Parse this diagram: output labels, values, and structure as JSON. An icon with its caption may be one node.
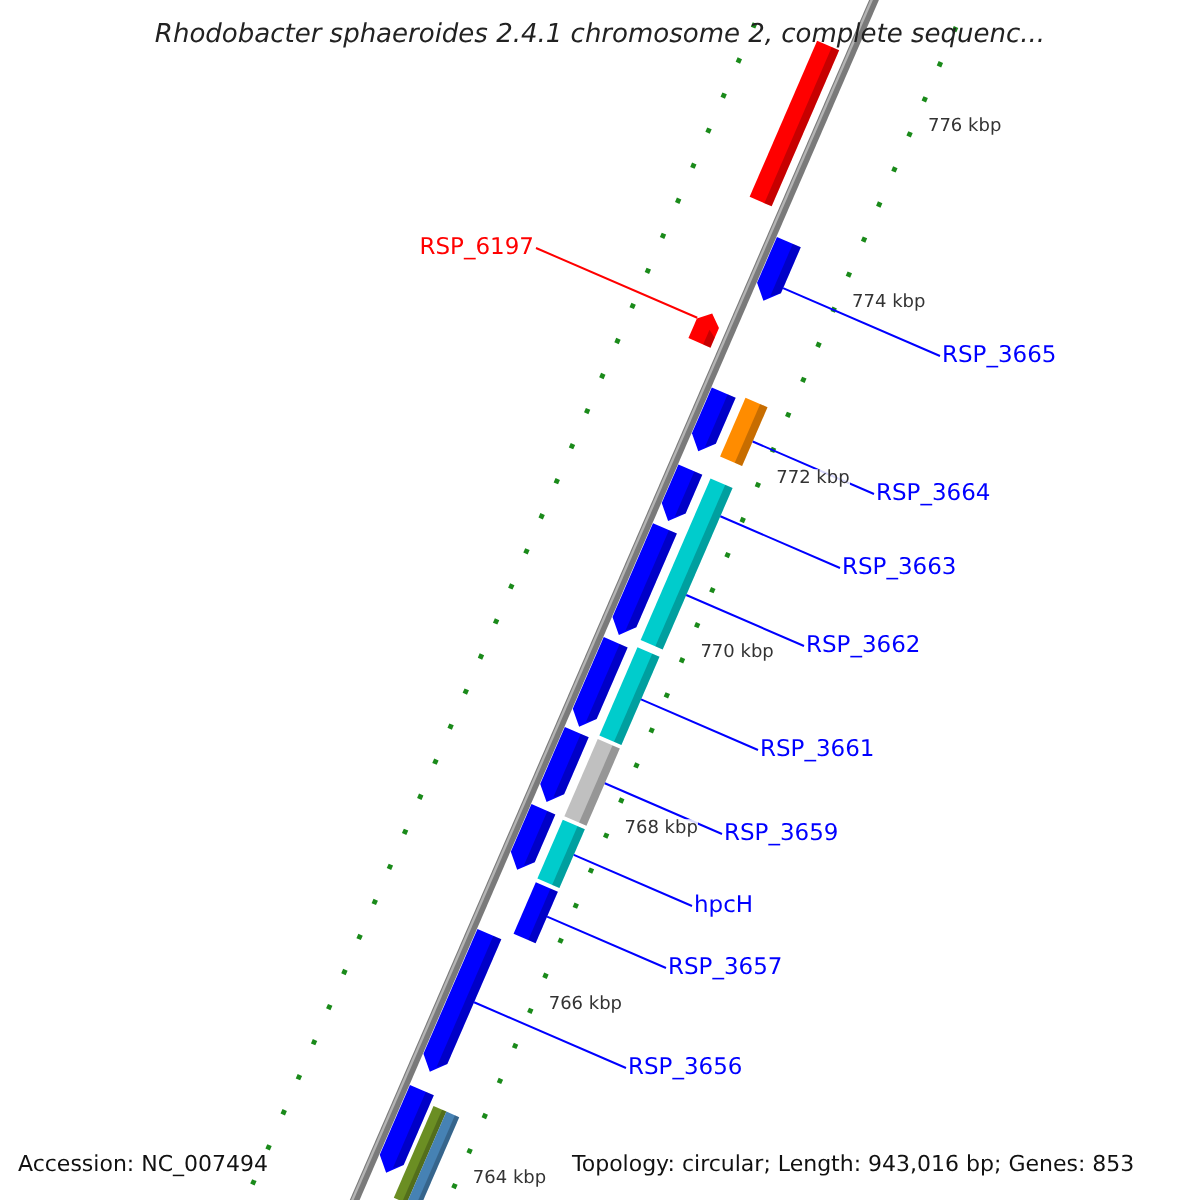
{
  "diagram": {
    "title": "Rhodobacter sphaeroides 2.4.1 chromosome 2, complete sequenc...",
    "nodes": [
      {
        "text": [
          "RSP_6197"
        ]
      },
      {
        "text": [
          "RSP_3665"
        ]
      },
      {
        "text": [
          "RSP_3664"
        ]
      },
      {
        "text": [
          "RSP_3663"
        ]
      },
      {
        "text": [
          "RSP_3662"
        ]
      },
      {
        "text": [
          "RSP_3661"
        ]
      },
      {
        "text": [
          "RSP_3659"
        ]
      },
      {
        "text": [
          "hpcH"
        ]
      },
      {
        "text": [
          "RSP_3657"
        ]
      },
      {
        "text": [
          "RSP_3656"
        ]
      },
      {
        "text": [],
        "shape": "bar"
      },
      {
        "text": [],
        "shape": "bar"
      },
      {
        "text": [],
        "shape": "bar"
      },
      {
        "text": [],
        "shape": "bar"
      },
      {
        "text": [],
        "shape": "bar"
      },
      {
        "text": [],
        "shape": "bar"
      },
      {
        "text": [],
        "shape": "bar"
      },
      {
        "text": [],
        "shape": "bar"
      },
      {
        "text": [],
        "shape": "bar"
      },
      {
        "text": [],
        "shape": "bar"
      },
      {
        "text": [],
        "shape": "bar"
      },
      {
        "text": [],
        "shape": "bar"
      },
      {
        "text": [],
        "shape": "bar"
      },
      {
        "text": [],
        "shape": "bar"
      },
      {
        "text": [],
        "shape": "bar"
      },
      {
        "text": [],
        "shape": "bar"
      },
      {
        "text": [],
        "shape": "bar"
      },
      {
        "text": [],
        "shape": "bar"
      },
      {
        "text": [],
        "shape": "bar"
      }
    ],
    "edges": [
      {
        "from": 0,
        "to": 12,
        "arrow": "none",
        "color": "#ff0000"
      },
      {
        "from": 1,
        "to": 11,
        "arrow": "none"
      },
      {
        "from": 2,
        "to": 14,
        "arrow": "none"
      },
      {
        "from": 3,
        "to": 16,
        "arrow": "none"
      },
      {
        "from": 4,
        "to": 16,
        "arrow": "none"
      },
      {
        "from": 5,
        "to": 19,
        "arrow": "none"
      },
      {
        "from": 6,
        "to": 21,
        "arrow": "none"
      },
      {
        "from": 7,
        "to": 23,
        "arrow": "none"
      },
      {
        "from": 8,
        "to": 24,
        "arrow": "none"
      },
      {
        "from": 9,
        "to": 25,
        "arrow": "none"
      }
    ],
    "labels": [
      "776 kbp",
      "774 kbp",
      "772 kbp",
      "770 kbp",
      "768 kbp",
      "766 kbp",
      "764 kbp",
      "Accession: NC_007494",
      "Topology: circular; Length: 943,016 bp; Genes: 853"
    ]
  }
}
